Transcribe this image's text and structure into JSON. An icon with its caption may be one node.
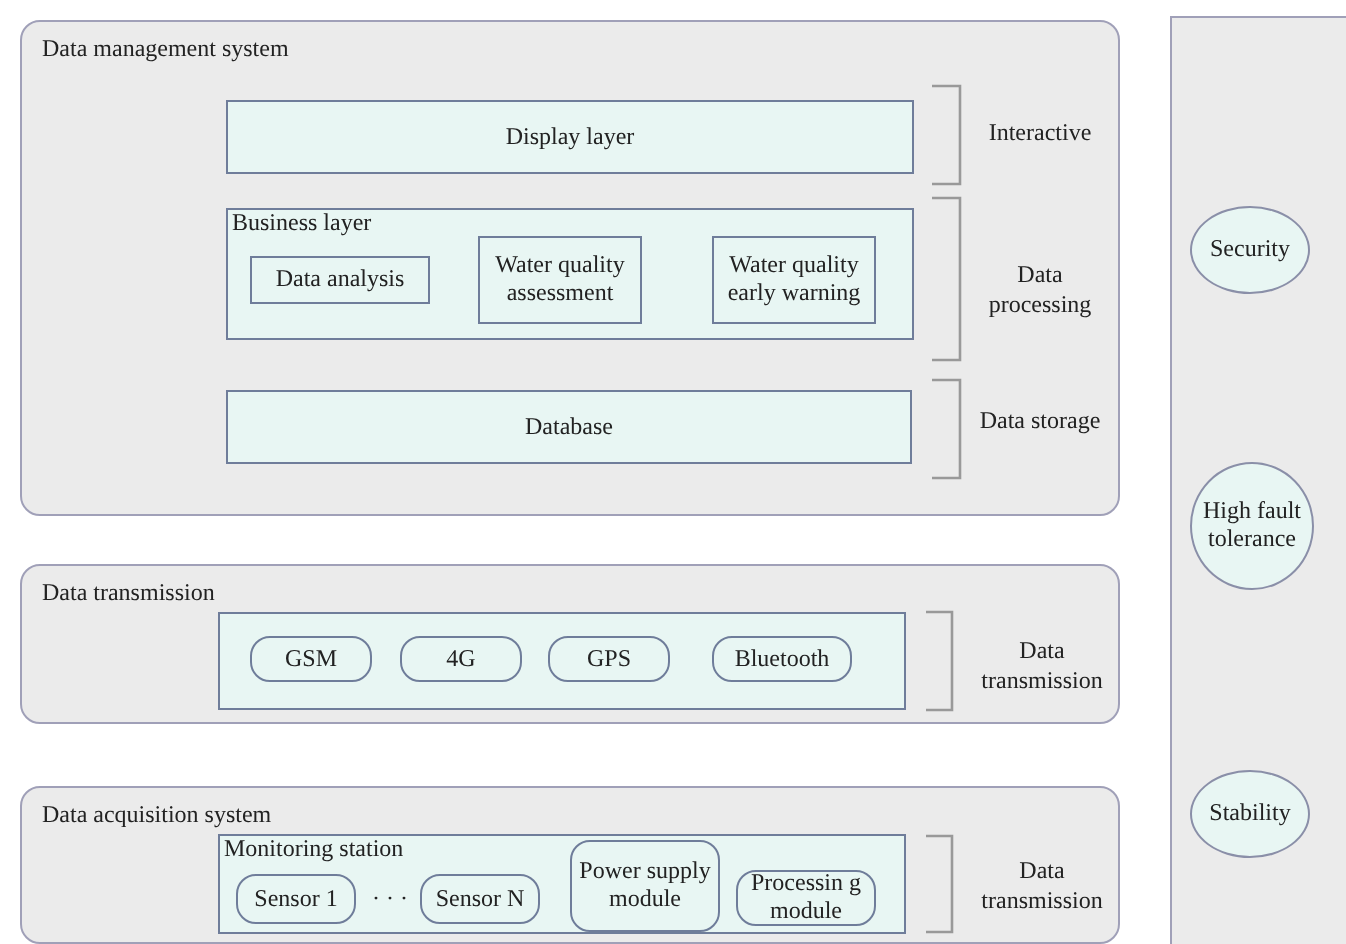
{
  "diagram": {
    "nodes": [
      {
        "text": [
          "Data management system"
        ]
      },
      {
        "text": [
          "Display layer"
        ],
        "in": 0
      },
      {
        "text": [
          "Business layer"
        ],
        "in": 0
      },
      {
        "text": [
          "Data analysis"
        ],
        "in": 2
      },
      {
        "text": [
          "Water quality assessment"
        ],
        "in": 2
      },
      {
        "text": [
          "Water quality early warning"
        ],
        "in": 2
      },
      {
        "text": [
          "Database"
        ],
        "in": 0
      },
      {
        "text": [
          "Data transmission"
        ]
      },
      {
        "text": [],
        "shape": "box",
        "in": 7
      },
      {
        "text": [
          "GSM"
        ],
        "in": 8
      },
      {
        "text": [
          "4G"
        ],
        "in": 8
      },
      {
        "text": [
          "GPS"
        ],
        "in": 8
      },
      {
        "text": [
          "Bluetooth"
        ],
        "in": 8
      },
      {
        "text": [
          "Data acquisition system"
        ]
      },
      {
        "text": [
          "Monitoring station"
        ],
        "in": 13
      },
      {
        "text": [
          "Sensor 1"
        ],
        "in": 14
      },
      {
        "text": [
          "Sensor N"
        ],
        "in": 14
      },
      {
        "text": [
          "Power supply module"
        ],
        "in": 14
      },
      {
        "text": [
          "Processin g module"
        ],
        "in": 14
      },
      {
        "text": [],
        "shape": "box"
      },
      {
        "text": [
          "Security"
        ],
        "in": 19
      },
      {
        "text": [
          "High fault tolerance"
        ],
        "in": 19
      },
      {
        "text": [
          "Stability"
        ],
        "in": 19
      }
    ],
    "labels": [
      "Interactive",
      "Data processing",
      "Data storage",
      "Data transmission",
      "· · ·",
      "Data transmission"
    ]
  }
}
